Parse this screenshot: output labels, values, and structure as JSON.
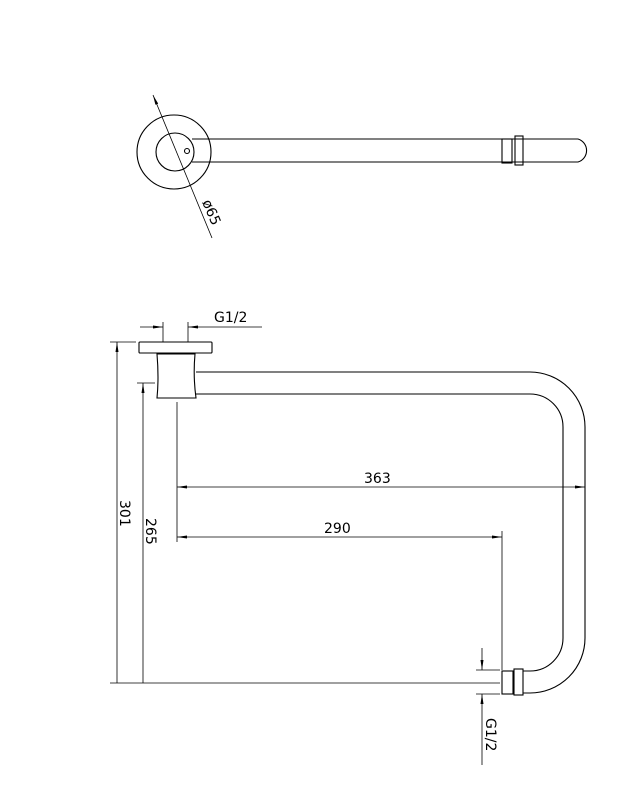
{
  "drawing": {
    "top_view": {
      "diameter_label": "ø65"
    },
    "side_view": {
      "inlet_thread_label": "G1/2",
      "outlet_thread_label": "G1/2",
      "overall_height_label": "301",
      "outlet_height_label": "265",
      "overall_reach_label": "363",
      "outlet_reach_label": "290"
    },
    "line_color": "#000000",
    "background_color": "#ffffff"
  }
}
